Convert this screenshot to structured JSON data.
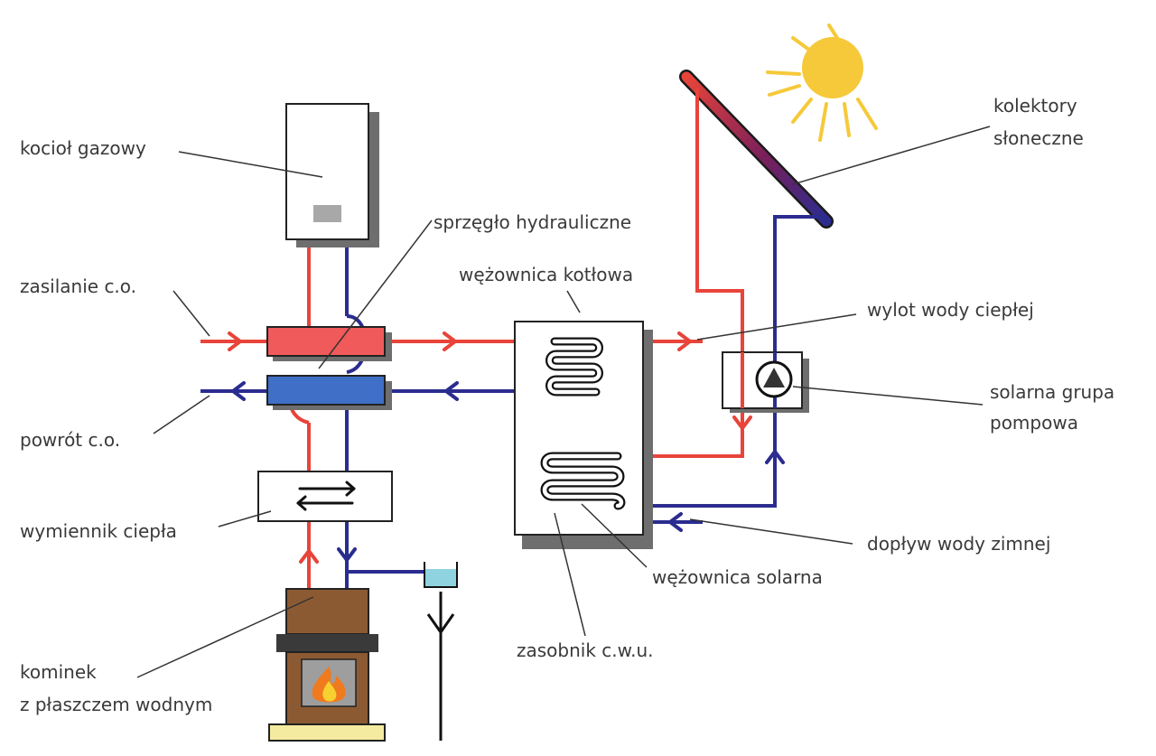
{
  "labels": {
    "boiler": "kocioł gazowy",
    "hydraulic_coupler": "sprzęgło hydrauliczne",
    "boiler_coil": "wężownica kotłowa",
    "supply": "zasilanie c.o.",
    "return": "powrót c.o.",
    "heat_exchanger": "wymiennik ciepła",
    "fireplace_line1": "kominek",
    "fireplace_line2": "z płaszczem wodnym",
    "tank": "zasobnik c.w.u.",
    "solar_coil": "wężownica solarna",
    "collectors_line1": "kolektory",
    "collectors_line2": "słoneczne",
    "hot_water_outlet": "wylot wody ciepłej",
    "pump_group_line1": "solarna grupa",
    "pump_group_line2": "pompowa",
    "cold_water_inlet": "dopływ wody zimnej"
  },
  "colors": {
    "hot": "#e8443a",
    "cold": "#2b2c8f",
    "sun": "#f6c93a",
    "coupler_hot": "#f05a5a",
    "coupler_cold": "#3f6fc6",
    "fireplace": "#8c5a32",
    "water": "#8fd3e0"
  }
}
